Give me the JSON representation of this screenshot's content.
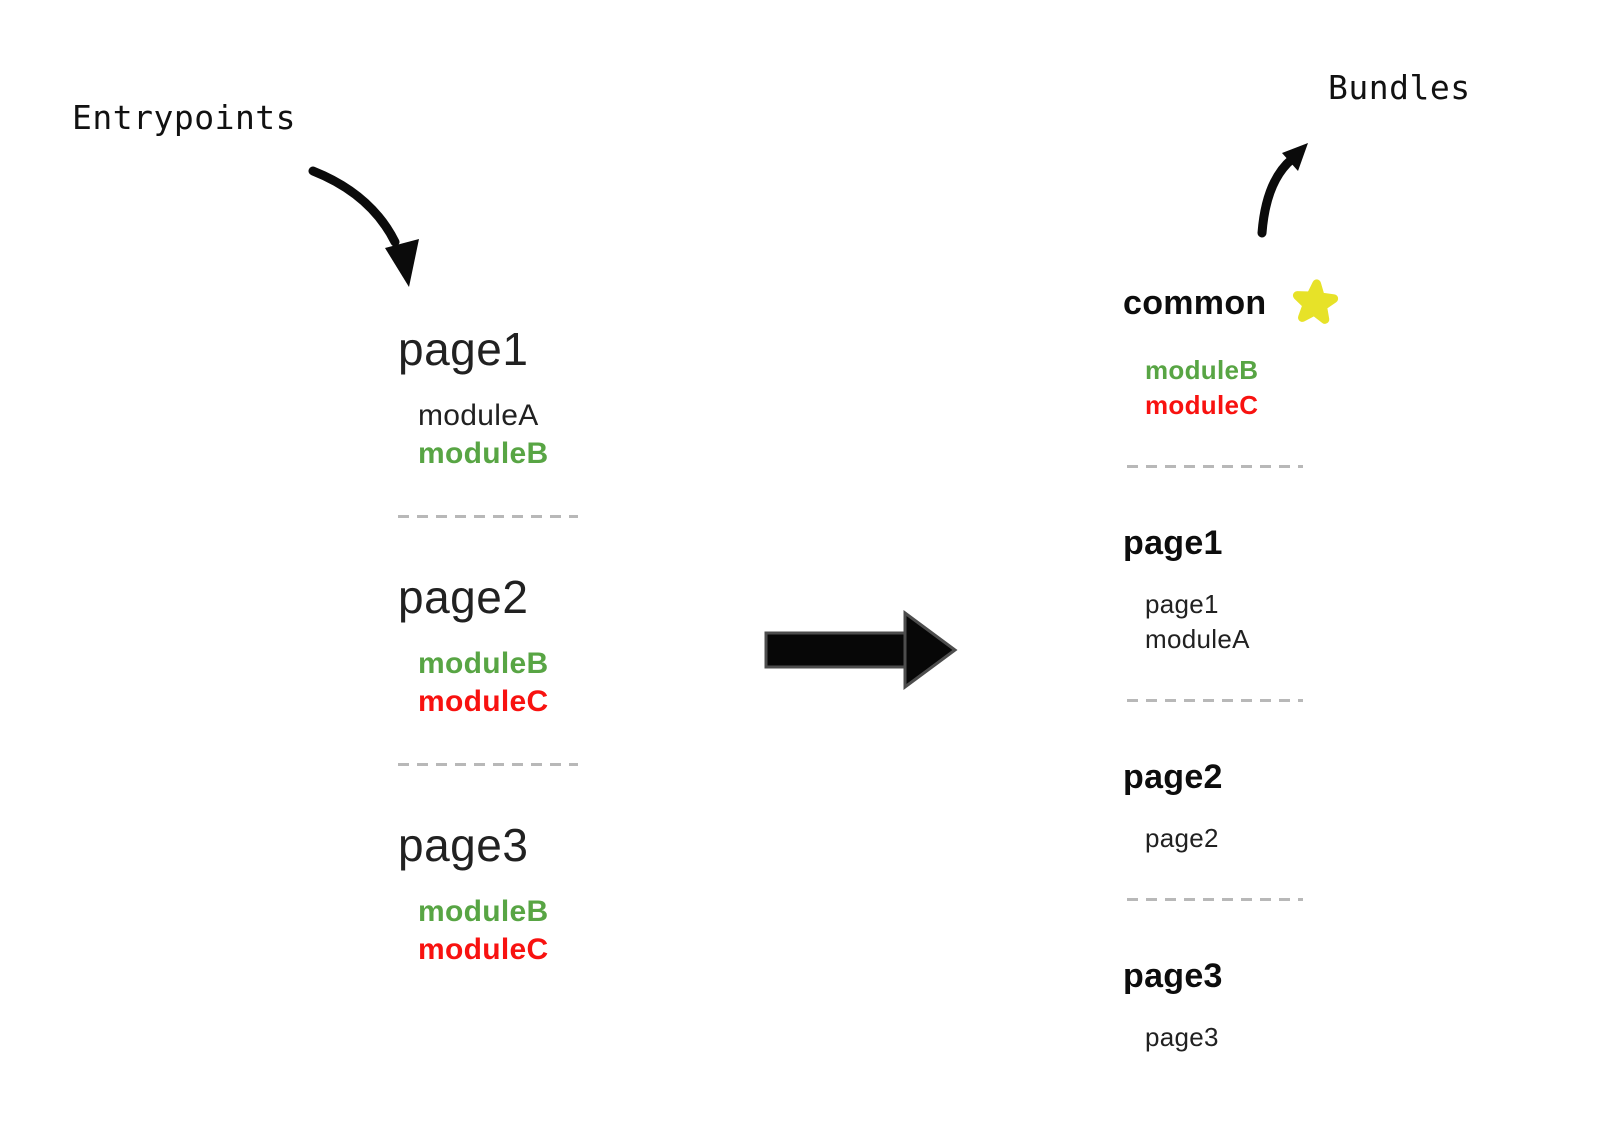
{
  "labels": {
    "entrypoints": "Entrypoints",
    "bundles": "Bundles"
  },
  "colors": {
    "green": "#58a544",
    "red": "#f81210",
    "ink": "#212121",
    "header_ink": "#0d0d0d",
    "dash": "#b8b8b8",
    "star": "#e7e228",
    "arrow": "#0b0b0b"
  },
  "entrypoints": [
    {
      "name": "page1",
      "starred": false,
      "modules": [
        {
          "label": "moduleA",
          "color": "ink",
          "bold": false
        },
        {
          "label": "moduleB",
          "color": "green",
          "bold": true
        }
      ]
    },
    {
      "name": "page2",
      "starred": false,
      "modules": [
        {
          "label": "moduleB",
          "color": "green",
          "bold": true
        },
        {
          "label": "moduleC",
          "color": "red",
          "bold": true
        }
      ]
    },
    {
      "name": "page3",
      "starred": false,
      "modules": [
        {
          "label": "moduleB",
          "color": "green",
          "bold": true
        },
        {
          "label": "moduleC",
          "color": "red",
          "bold": true
        }
      ]
    }
  ],
  "bundles": [
    {
      "name": "common",
      "starred": true,
      "modules": [
        {
          "label": "moduleB",
          "color": "green",
          "bold": true
        },
        {
          "label": "moduleC",
          "color": "red",
          "bold": true
        }
      ]
    },
    {
      "name": "page1",
      "starred": false,
      "modules": [
        {
          "label": "page1",
          "color": "ink",
          "bold": false
        },
        {
          "label": "moduleA",
          "color": "ink",
          "bold": false
        }
      ]
    },
    {
      "name": "page2",
      "starred": false,
      "modules": [
        {
          "label": "page2",
          "color": "ink",
          "bold": false
        }
      ]
    },
    {
      "name": "page3",
      "starred": false,
      "modules": [
        {
          "label": "page3",
          "color": "ink",
          "bold": false
        }
      ]
    }
  ]
}
